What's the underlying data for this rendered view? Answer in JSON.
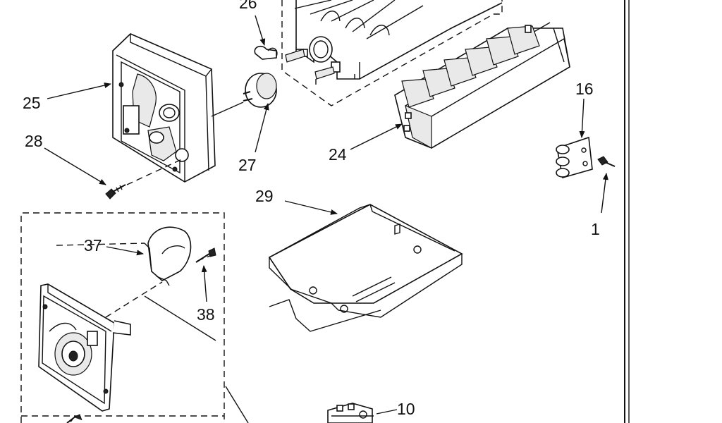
{
  "diagram": {
    "callouts": [
      {
        "id": "26",
        "text": "26"
      },
      {
        "id": "25",
        "text": "25"
      },
      {
        "id": "28",
        "text": "28"
      },
      {
        "id": "27",
        "text": "27"
      },
      {
        "id": "24",
        "text": "24"
      },
      {
        "id": "16",
        "text": "16"
      },
      {
        "id": "1",
        "text": "1"
      },
      {
        "id": "29",
        "text": "29"
      },
      {
        "id": "37",
        "text": "37"
      },
      {
        "id": "38",
        "text": "38"
      },
      {
        "id": "10",
        "text": "10"
      }
    ]
  }
}
